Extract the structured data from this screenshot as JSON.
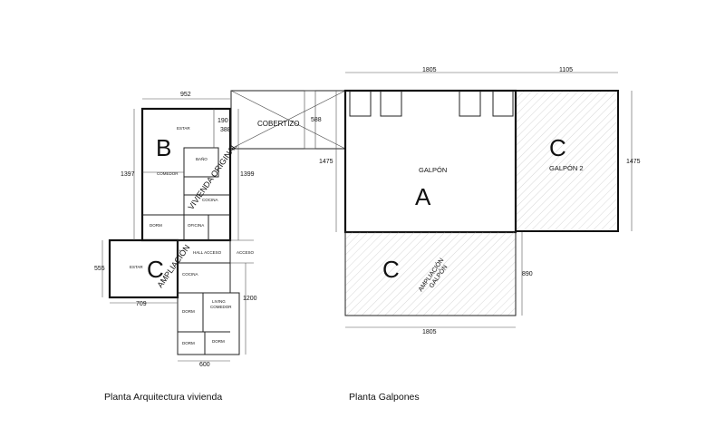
{
  "captions": {
    "vivienda": "Planta  Arquitectura  vivienda",
    "galpones": "Planta  Galpones"
  },
  "blocks": {
    "b": "B",
    "c_vivienda": "C",
    "a": "A",
    "c_ampliacion": "C",
    "c_galpon2": "C"
  },
  "labels": {
    "vivienda_original": "VIVIENDA ORIGINAL",
    "ampliacion_vivienda": "AMPLIACIÓN",
    "cobertizo": "COBERTIZO",
    "galpon": "GALPÓN",
    "galpon2": "GALPÓN 2",
    "ampliacion_galpon_1": "AMPLIACIÓN",
    "ampliacion_galpon_2": "GALPÓN"
  },
  "rooms": {
    "estar_b": "ESTAR",
    "bano": "BAÑO",
    "comedor_b": "COMEDOR",
    "cocina_b": "COCINA",
    "dorm_b": "DORM",
    "oficina": "OFICINA",
    "estar_c": "ESTAR",
    "hall_acceso": "HALL ACCESO",
    "acceso": "ACCESO",
    "cocina_c": "COCINA",
    "dorm_c1": "DORM",
    "living_1": "LIVING",
    "living_2": "COMEDOR",
    "dorm_c2": "DORM",
    "dorm_c3": "DORM"
  },
  "dimensions": {
    "vivienda_width_top": "952",
    "vivienda_height_left": "1397",
    "vivienda_height_right": "1399",
    "bano_width": "190",
    "bano_height": "388",
    "ampliacion_height_left": "555",
    "ampliacion_width_bottom": "709",
    "ampliacion_height_right": "1200",
    "ampliacion_width_bottom2": "600",
    "cobertizo_height": "588",
    "galpon_height_left": "1475",
    "galpon_width_top": "1805",
    "galpon2_width_top": "1105",
    "galpon2_height_right": "1475",
    "ampliacion_galpon_height": "890",
    "ampliacion_galpon_width": "1805"
  }
}
